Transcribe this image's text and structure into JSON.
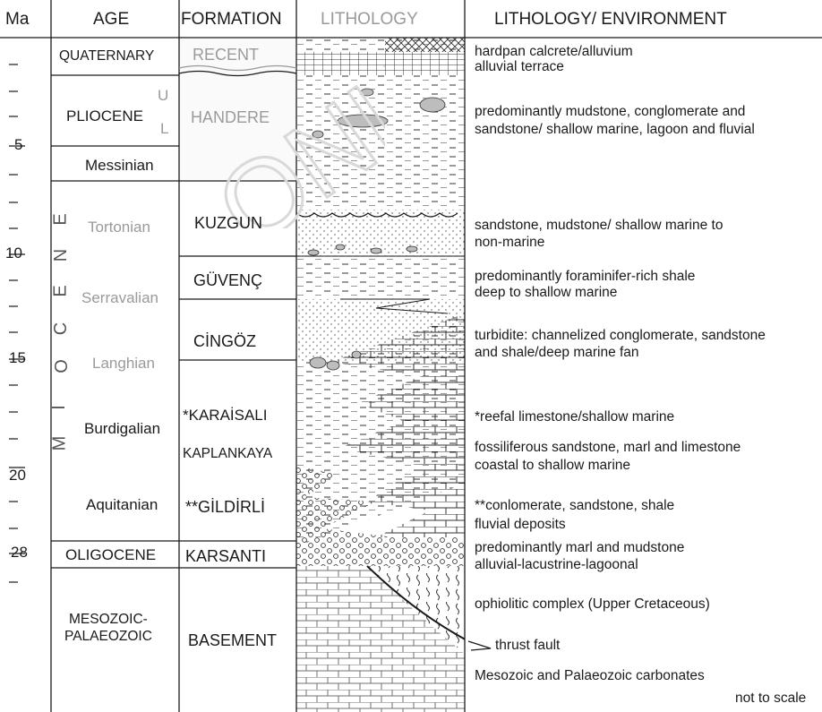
{
  "headers": {
    "ma": "Ma",
    "age": "AGE",
    "formation": "FORMATION",
    "lithology": "LITHOLOGY",
    "environment": "LITHOLOGY/ ENVIRONMENT"
  },
  "ma_ticks": [
    "5",
    "10",
    "15",
    "20",
    "28"
  ],
  "ages": {
    "quaternary": "QUATERNARY",
    "pliocene": "PLIOCENE",
    "pliocene_upper": "U",
    "pliocene_lower": "L",
    "messinian": "Messinian",
    "tortonian": "Tortonian",
    "serravalian": "Serravalian",
    "langhian": "Langhian",
    "burdigalian": "Burdigalian",
    "aquitanian": "Aquitanian",
    "oligocene": "OLIGOCENE",
    "mesozoic_1": "MESOZOIC-",
    "mesozoic_2": "PALAEOZOIC",
    "miocene_letters": [
      "M",
      "I",
      "O",
      "C",
      "E",
      "N",
      "E"
    ]
  },
  "formations": {
    "recent": "RECENT",
    "handere": "HANDERE",
    "kuzgun": "KUZGUN",
    "guvenc": "GÜVENÇ",
    "cingoz": "CİNGÖZ",
    "karaisali": "*KARAİSALI",
    "kaplankaya": "KAPLANKAYA",
    "gildirli": "**GİLDİRLİ",
    "karsanti": "KARSANTI",
    "basement": "BASEMENT"
  },
  "environment": {
    "recent_1": "hardpan calcrete/alluvium",
    "recent_2": "alluvial terrace",
    "handere_1": "predominantly mudstone, conglomerate and",
    "handere_2": "sandstone/ shallow marine, lagoon and fluvial",
    "kuzgun_1": "sandstone, mudstone/ shallow marine to",
    "kuzgun_2": "non-marine",
    "guvenc_1": "predominantly foraminifer-rich shale",
    "guvenc_2": "deep to shallow marine",
    "cingoz_1": "turbidite: channelized conglomerate, sandstone",
    "cingoz_2": "and shale/deep marine fan",
    "karaisali": "*reefal limestone/shallow marine",
    "kaplankaya_1": "fossiliferous sandstone, marl and limestone",
    "kaplankaya_2": "coastal to shallow marine",
    "gildirli_1": "**conlomerate, sandstone, shale",
    "gildirli_2": "fluvial deposits",
    "karsanti_1": "predominantly marl and mudstone",
    "karsanti_2": "alluvial-lacustrine-lagoonal",
    "ophiolite": "ophiolitic complex (Upper Cretaceous)",
    "thrust": "thrust fault",
    "carbonates": "Mesozoic and Palaeozoic carbonates",
    "scale": "not to scale"
  },
  "watermark_text": "ONLY",
  "colors": {
    "line": "#1a1a1a",
    "pebble": "#bdbdbd",
    "grey_text": "#9a9a9a",
    "watermark": "#d9d9d9"
  }
}
